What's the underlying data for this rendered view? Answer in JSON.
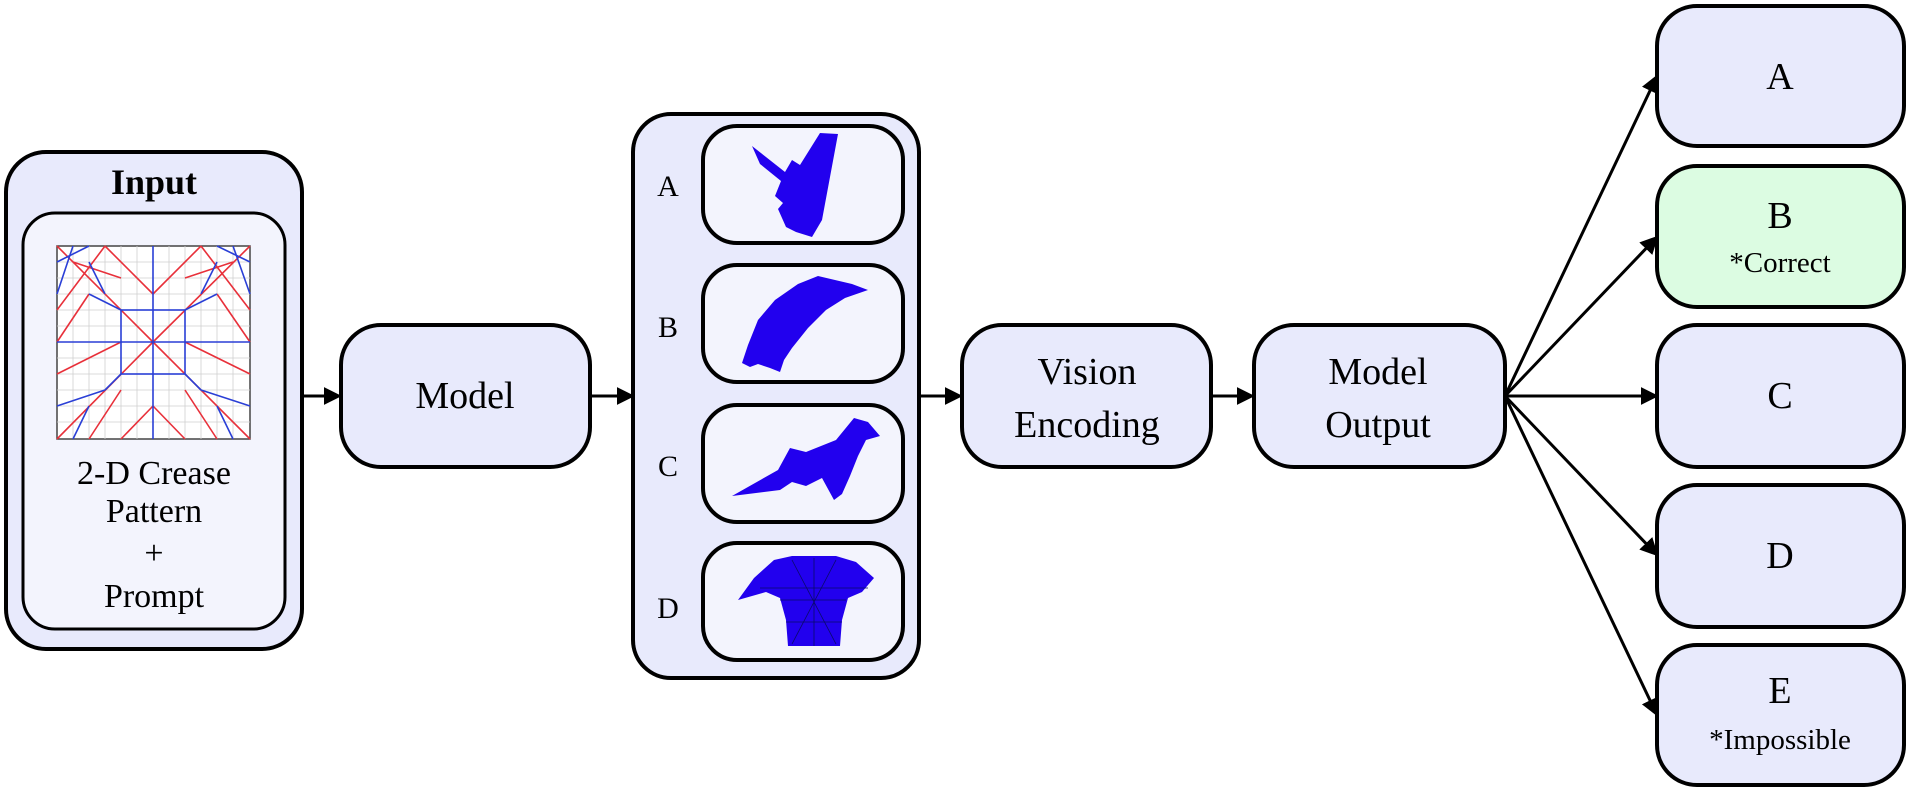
{
  "input": {
    "title": "Input",
    "caption_lines": [
      "2-D Crease",
      "Pattern",
      "+",
      "Prompt"
    ]
  },
  "model": {
    "label": "Model"
  },
  "options": [
    {
      "letter": "A",
      "shape": "bird-shape-icon"
    },
    {
      "letter": "B",
      "shape": "animal-shape-icon"
    },
    {
      "letter": "C",
      "shape": "dinosaur-shape-icon"
    },
    {
      "letter": "D",
      "shape": "shirt-shape-icon"
    }
  ],
  "vision_encoding": {
    "label_lines": [
      "Vision",
      "Encoding"
    ]
  },
  "model_output": {
    "label_lines": [
      "Model",
      "Output"
    ]
  },
  "answers": [
    {
      "letter": "A",
      "note": ""
    },
    {
      "letter": "B",
      "note": "*Correct"
    },
    {
      "letter": "C",
      "note": ""
    },
    {
      "letter": "D",
      "note": ""
    },
    {
      "letter": "E",
      "note": "*Impossible"
    }
  ],
  "colors": {
    "box_fill": "#e8eafc",
    "inner_fill": "#f3f4fd",
    "correct_fill": "#dcfce2",
    "shape_fill": "#2200ee",
    "crease_red": "#e8303a",
    "crease_blue": "#2a3fd6"
  }
}
